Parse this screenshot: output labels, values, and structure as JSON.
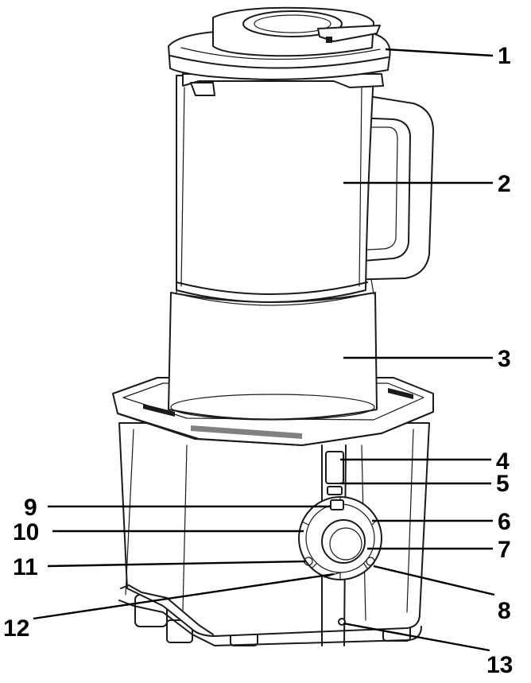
{
  "callouts": [
    "1",
    "2",
    "3",
    "4",
    "5",
    "6",
    "7",
    "8",
    "9",
    "10",
    "11",
    "12",
    "13"
  ],
  "colors": {
    "line": "#1a1a1a",
    "background": "#ffffff"
  }
}
